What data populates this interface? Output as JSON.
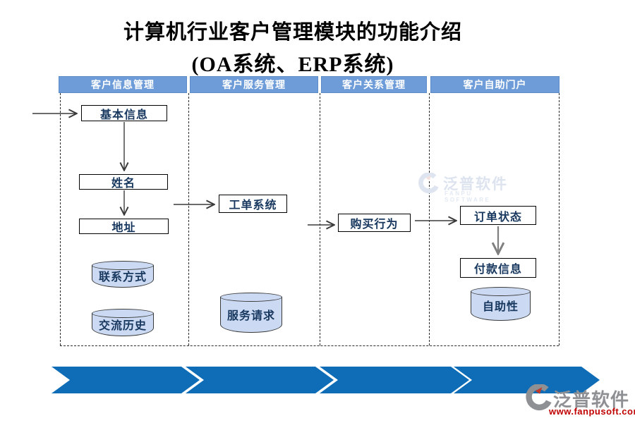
{
  "title": {
    "line1": "计算机行业客户管理模块的功能介绍",
    "line2": "(OA系统、ERP系统)"
  },
  "columns": [
    {
      "header": "客户信息管理"
    },
    {
      "header": "客户服务管理"
    },
    {
      "header": "客户关系管理"
    },
    {
      "header": "客户自助门户"
    }
  ],
  "nodes": {
    "basic_info": "基本信息",
    "person_name": "姓名",
    "address": "地址",
    "contact_method": "联系方式",
    "communication_history": "交流历史",
    "work_order_system": "工单系统",
    "service_request": "服务请求",
    "purchase_behavior": "购买行为",
    "order_status": "订单状态",
    "payment_info": "付款信息",
    "self_service": "自助性"
  },
  "watermarks": {
    "center": {
      "brand": "泛普软件",
      "subtitle": "FANPU SOFTWARE"
    },
    "footer": {
      "brand": "泛普软件",
      "url": "www.fanpusoft.com"
    }
  },
  "colors": {
    "lane_header_bg": "#6D9CD8",
    "cylinder_fill": "#CBDAF2",
    "node_text": "#17375E",
    "chevron_blue": "#0E6DB6",
    "footer_url_red": "#C00000"
  }
}
